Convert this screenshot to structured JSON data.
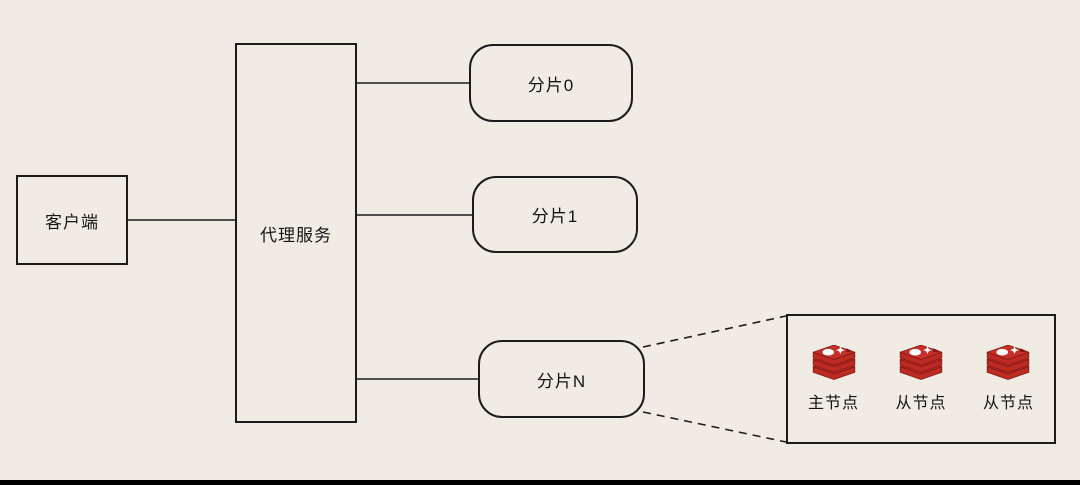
{
  "page": {
    "background_color": "#f0ebe3",
    "stroke_color": "#1c1c1c",
    "footer_bar_color": "#000000"
  },
  "diagram": {
    "client": {
      "label": "客户端"
    },
    "proxy": {
      "label": "代理服务"
    },
    "shards": [
      {
        "label": "分片0"
      },
      {
        "label": "分片1"
      },
      {
        "label": "分片N"
      }
    ],
    "shard_detail": {
      "nodes": [
        {
          "icon": "redis-icon",
          "label": "主节点"
        },
        {
          "icon": "redis-icon",
          "label": "从节点"
        },
        {
          "icon": "redis-icon",
          "label": "从节点"
        }
      ]
    }
  },
  "redis_icon_colors": {
    "body": "#c6302b",
    "band": "#bb2a23",
    "outline": "#7e140e",
    "detail": "#ffffff"
  }
}
